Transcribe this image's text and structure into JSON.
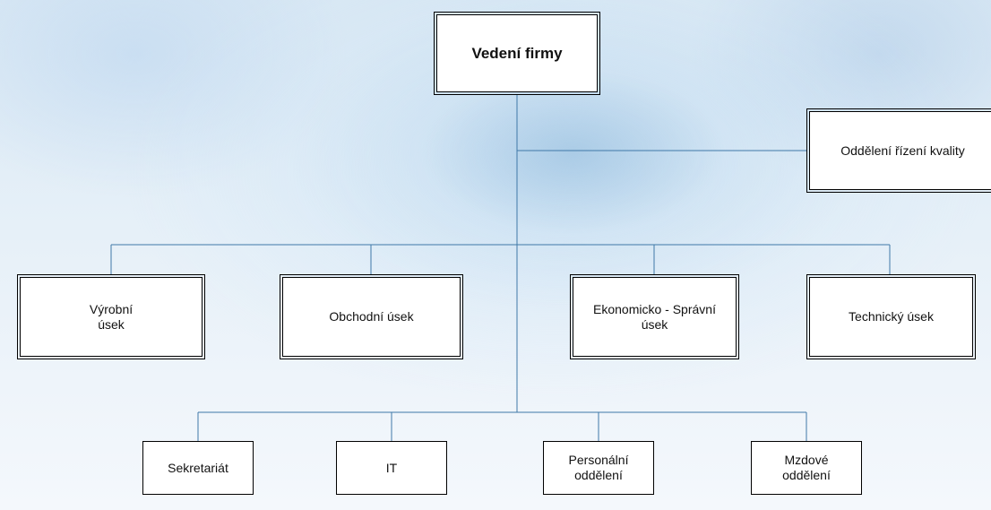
{
  "diagram": {
    "root": {
      "label": "Vedení firmy"
    },
    "staff": {
      "label": "Oddělení řízení kvality"
    },
    "divisions": [
      {
        "line1": "Výrobní",
        "line2": "úsek"
      },
      {
        "line1": "Obchodní úsek",
        "line2": ""
      },
      {
        "line1": "Ekonomicko - Správní",
        "line2": "úsek"
      },
      {
        "line1": "Technický úsek",
        "line2": ""
      }
    ],
    "departments": [
      {
        "line1": "Sekretariát",
        "line2": ""
      },
      {
        "line1": "IT",
        "line2": ""
      },
      {
        "line1": "Personální",
        "line2": "oddělení"
      },
      {
        "line1": "Mzdové",
        "line2": "oddělení"
      }
    ],
    "colors": {
      "connector": "#3f78a8",
      "box_border": "#000000",
      "box_fill": "#ffffff"
    }
  }
}
